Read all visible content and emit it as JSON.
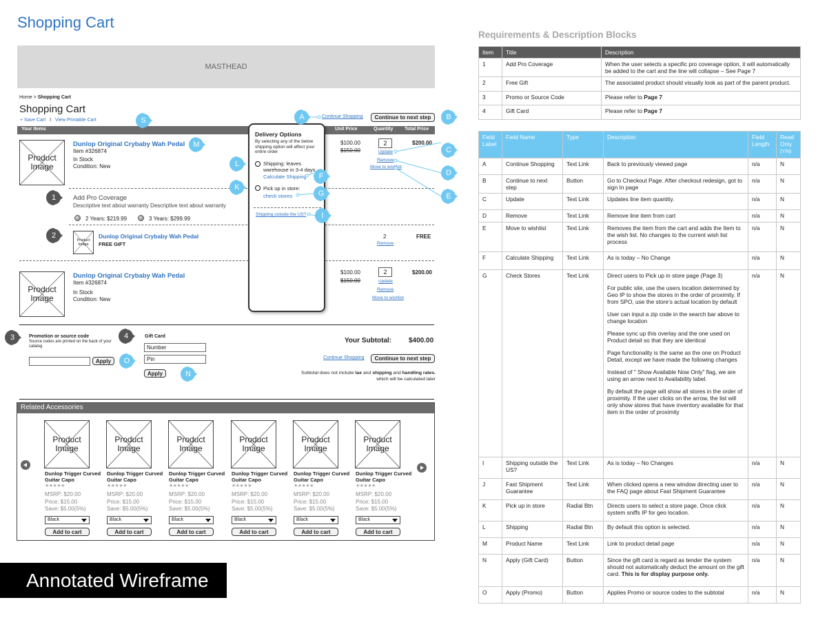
{
  "page_title": "Shopping Cart",
  "masthead": "MASTHEAD",
  "breadcrumb": {
    "home": "Home",
    "sep": ">",
    "current": "Shopping Cart"
  },
  "cart_heading": "Shopping Cart",
  "save_cart": "+ Save Cart",
  "print_sep": "I",
  "printable_cart": "View Printable Cart",
  "continue_shopping": "Continue Shopping",
  "continue_next_step": "Continue to next step",
  "columns": {
    "items": "Your Items",
    "unit_price": "Unit Price",
    "quantity": "Quantity",
    "total_price": "Total Price"
  },
  "product_image_label": "Product Image",
  "item1": {
    "name": "Dunlop Original Crybaby Wah Pedal",
    "number": "Item #326874",
    "stock": "In Stock",
    "condition": "Condition: New",
    "price": "$100.00",
    "old_price": "$150.00",
    "qty": "2",
    "total": "$200.00",
    "update": "Update",
    "remove": "Remove",
    "move": "Move to wishlist"
  },
  "pro_coverage": {
    "title": "Add Pro Coverage",
    "desc": "Descriptive text about warranty Descriptive text about warranty",
    "opt1": "2 Years: $219.99",
    "opt2": "3 Years: $299.99"
  },
  "free_gift": {
    "image": "Product Image",
    "name": "Dunlop Original Crybaby Wah Pedal",
    "label": "FREE GIFT",
    "qty": "2",
    "remove": "Remove",
    "price": "FREE"
  },
  "item2": {
    "name": "Dunlop Original Crybaby Wah Pedal",
    "number": "Item #326874",
    "stock": "In Stock",
    "condition": "Condition: New",
    "price": "$100.00",
    "old_price": "$150.00",
    "qty": "2",
    "total": "$200.00",
    "update": "Update",
    "remove": "Remove",
    "move": "Move to wishlist"
  },
  "delivery": {
    "title": "Delivery Options",
    "desc": "By selecting any of the below shipping option will affect your entire order",
    "ship_label": "Shipping: leaves warehouse in 3-4 days",
    "calc": "Calculate Shipping",
    "pickup_label": "Pick up in store:",
    "check": "check stores",
    "outside": "Shipping outside the US?"
  },
  "promo": {
    "title": "Promotion or source code",
    "desc": "Source codes are printed on the back of your catalog",
    "apply": "Apply"
  },
  "gift_card": {
    "title": "Gift Card",
    "number": "Number",
    "pin": "Pin",
    "apply": "Apply"
  },
  "subtotal": {
    "label": "Your Subtotal:",
    "value": "$400.00",
    "note_pre": "Subtotal does not include ",
    "tax": "tax",
    "and": " and ",
    "shipping": "shipping",
    "and2": " and ",
    "handling": "handling rates.",
    "note_post": "which will be calculated later"
  },
  "related": {
    "title": "Related Accessories",
    "products": [
      {
        "image": "Product Image",
        "name": "Dunlop Trigger Curved Guitar Capo",
        "stars": "★★★★★",
        "msrp": "MSRP: $20.00",
        "price": "Price: $15.00",
        "save": "Save: $5.00(5%)",
        "color": "Black",
        "button": "Add to cart"
      },
      {
        "image": "Product Image",
        "name": "Dunlop Trigger Curved Guitar Capo",
        "stars": "★★★★★",
        "msrp": "MSRP: $20.00",
        "price": "Price: $15.00",
        "save": "Save: $5.00(5%)",
        "color": "Black",
        "button": "Add to cart"
      },
      {
        "image": "Product Image",
        "name": "Dunlop Trigger Curved Guitar Capo",
        "stars": "★★★★★",
        "msrp": "MSRP: $20.00",
        "price": "Price: $15.00",
        "save": "Save: $5.00(5%)",
        "color": "Black",
        "button": "Add to cart"
      },
      {
        "image": "Product Image",
        "name": "Dunlop Trigger Curved Guitar Capo",
        "stars": "★★★★★",
        "msrp": "MSRP: $20.00",
        "price": "Price: $15.00",
        "save": "Save: $5.00(5%)",
        "color": "Black",
        "button": "Add to cart"
      },
      {
        "image": "Product Image",
        "name": "Dunlop Trigger Curved Guitar Capo",
        "stars": "★★★★★",
        "msrp": "MSRP: $20.00",
        "price": "Price: $15.00",
        "save": "Save: $5.00(5%)",
        "color": "Black",
        "button": "Add to cart"
      },
      {
        "image": "Product Image",
        "name": "Dunlop Trigger Curved Guitar Capo",
        "stars": "★★★★★",
        "msrp": "MSRP: $20.00",
        "price": "Price: $15.00",
        "save": "Save: $5.00(5%)",
        "color": "Black",
        "button": "Add to cart"
      }
    ]
  },
  "markers": {
    "A": "A",
    "B": "B",
    "C": "C",
    "D": "D",
    "E": "E",
    "F": "F",
    "G": "G",
    "I": "I",
    "K": "K",
    "L": "L",
    "M": "M",
    "N": "N",
    "O": "O",
    "S": "S",
    "n1": "1",
    "n2": "2",
    "n3": "3",
    "n4": "4"
  },
  "annotated_label": "Annotated Wireframe",
  "requirements": {
    "title": "Requirements & Description Blocks",
    "headers": [
      "Item",
      "Title",
      "Description"
    ],
    "rows": [
      [
        "1",
        "Add Pro Coverage",
        "When the user selects a specific pro coverage option,  it will automatically be added to the cart and the line will collapse – See Page 7"
      ],
      [
        "2",
        "Free Gift",
        "The associated product should visually look as part of the parent product."
      ],
      [
        "3",
        "Promo or Source Code",
        "Please refer to ",
        "Page 7"
      ],
      [
        "4",
        "Gift Card",
        "Please refer to ",
        "Page 7"
      ]
    ]
  },
  "fields": {
    "headers": [
      "Field Label",
      "Field Name",
      "Type",
      "Description",
      "Field Length",
      "Read Only",
      "(Y/N)"
    ],
    "rows": [
      [
        "A",
        "Continue Shopping",
        "Text Link",
        "Back to previously viewed page",
        "n/a",
        "N"
      ],
      [
        "B",
        "Continue to next step",
        "Button",
        "Go to Checkout Page.  After checkout redesign, got to sign In page",
        "n/a",
        "N"
      ],
      [
        "C",
        "Update",
        "Text Link",
        "Updates line item quantity.",
        "n/a",
        "N"
      ],
      [
        "D",
        "Remove",
        "Text Link",
        "Remove line item from cart",
        "n/a",
        "N"
      ],
      [
        "E",
        "Move to wishlist",
        "Text Link",
        "Removes the item from the cart and adds the Item to the wish list.   No changes to the current wish list process",
        "n/a",
        "N"
      ],
      [
        "F",
        "Calculate Shipping",
        "Text Link",
        "As is today – No Change",
        "n/a",
        "N"
      ],
      [
        "G",
        "Check Stores",
        "Text Link",
        "",
        "n/a",
        "N"
      ],
      [
        "I",
        "Shipping outside the US?",
        "Text Link",
        " As is today – No Changes",
        "n/a",
        "N"
      ],
      [
        "J",
        "Fast Shipment Guarantee",
        "Text Link",
        "When clicked opens a new window directing user to the FAQ page about Fast Shipment Guarantee",
        "n/a",
        "N"
      ],
      [
        "K",
        "Pick up in store",
        "Radial Btn",
        "Directs users to select a store page. Once click system sniffs IP for geo location.",
        "n/a",
        "N"
      ],
      [
        "L",
        "Shipping",
        "Radial Btn",
        "By default this option is selected.",
        "n/a",
        "N"
      ],
      [
        "M",
        "Product Name",
        "Text Link",
        "Link to product detail page",
        "n/a",
        "N"
      ],
      [
        "N",
        "Apply (Gift Card)",
        "Button",
        "",
        "n/a",
        "N"
      ],
      [
        "O",
        "Apply (Promo)",
        "Button",
        "Applies Promo or source codes to the subtotal",
        "n/a",
        "N"
      ]
    ],
    "g_paras": [
      "Direct users to Pick up in store page (Page 3)",
      "For public site, use the users location determined by Geo IP to show the stores in the order of proximity.   If from SPO, use the store’s actual location by default",
      "User can input a zip code in the search bar above to change location",
      "Please sync up this overlay and the one used on Product detail so that they are identical",
      "Page functionality is the same as the one on Product Detail, except we have made the following changes",
      "Instead of \" Show Available Now Only\" flag, we are using an arrow next to Availability label.",
      "By default the page will show all stores in the order of proximity.  If the user clicks on the arrow, the list will only show stores that have inventory available for that item in the order of proximity"
    ],
    "n_desc": "Since the gift card is regard as tender the system should not automatically deduct the amount on the gift card. ",
    "n_bold": "This is for display purpose only."
  },
  "colors": {
    "accent": "#2f73c0",
    "marker": "#6fc8f1",
    "marker_dark": "#555555",
    "table_head": "#5a5a5a",
    "field_head": "#6fc8f1"
  }
}
